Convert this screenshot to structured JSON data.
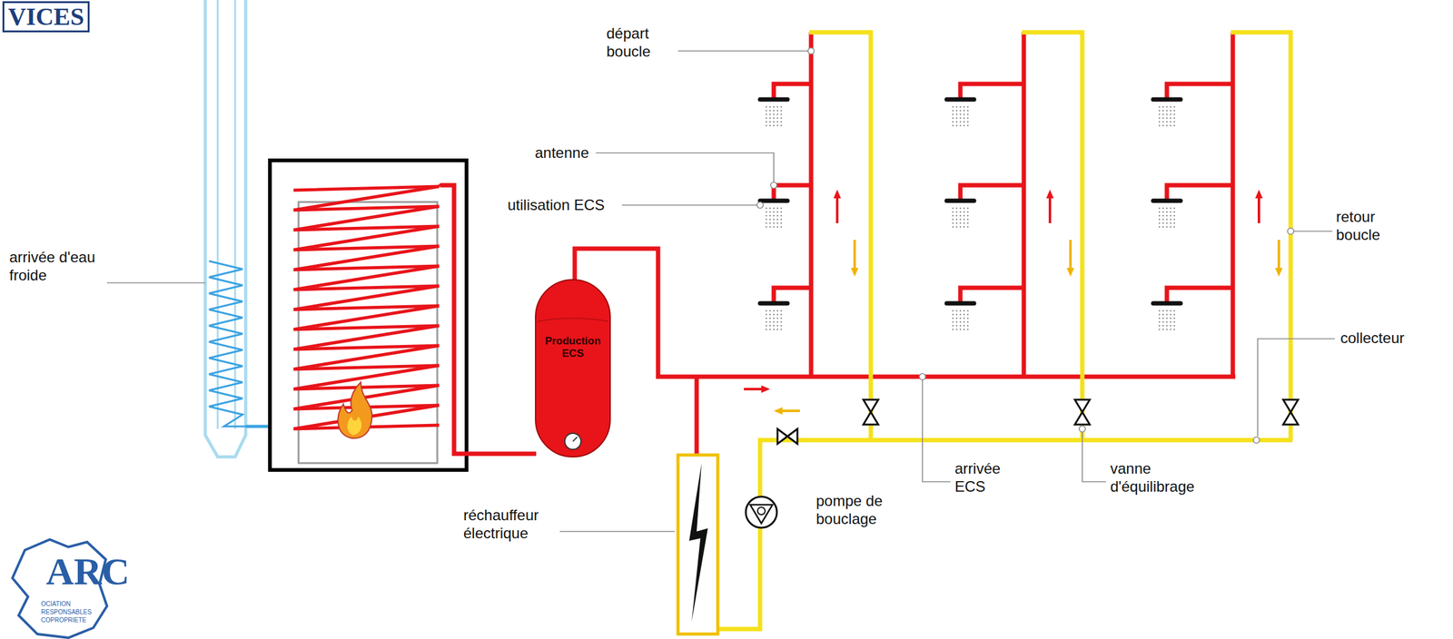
{
  "diagram": {
    "nodes": [
      {
        "text": [
          "Production ECS"
        ]
      }
    ],
    "labels": [
      "VICES",
      "départ boucle",
      "antenne",
      "utilisation ECS",
      "arrivée d'eau froide",
      "retour boucle",
      "collecteur",
      "arrivée ECS",
      "vanne d'équilibrage",
      "pompe de bouclage",
      "réchauffeur électrique",
      "ARC",
      "OCIATION",
      "RESPONSABLES",
      "COPROPRIETE"
    ]
  }
}
